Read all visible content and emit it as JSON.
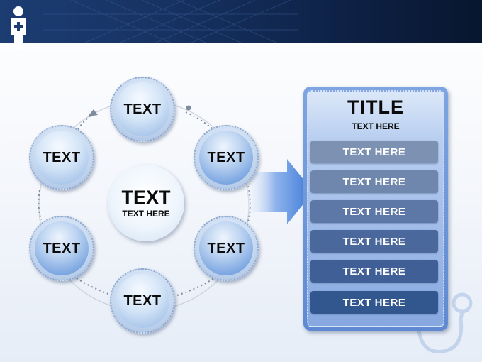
{
  "diagram": {
    "center": {
      "title": "TEXT",
      "subtitle": "TEXT HERE"
    },
    "cycle_nodes": [
      "TEXT",
      "TEXT",
      "TEXT",
      "TEXT",
      "TEXT",
      "TEXT"
    ],
    "panel": {
      "title": "TITLE",
      "subtitle": "TEXT HERE",
      "items": [
        "TEXT HERE",
        "TEXT HERE",
        "TEXT HERE",
        "TEXT HERE",
        "TEXT HERE",
        "TEXT HERE"
      ]
    }
  },
  "colors": {
    "banner": "#163262",
    "accent_blue": "#3b78d8",
    "panel_blue": "#6b93d6",
    "item_dark": "#32578f",
    "item_light": "#7d92b3",
    "text": "#0b0b0b"
  },
  "icons": [
    "medical-person-icon",
    "stethoscope-icon"
  ]
}
